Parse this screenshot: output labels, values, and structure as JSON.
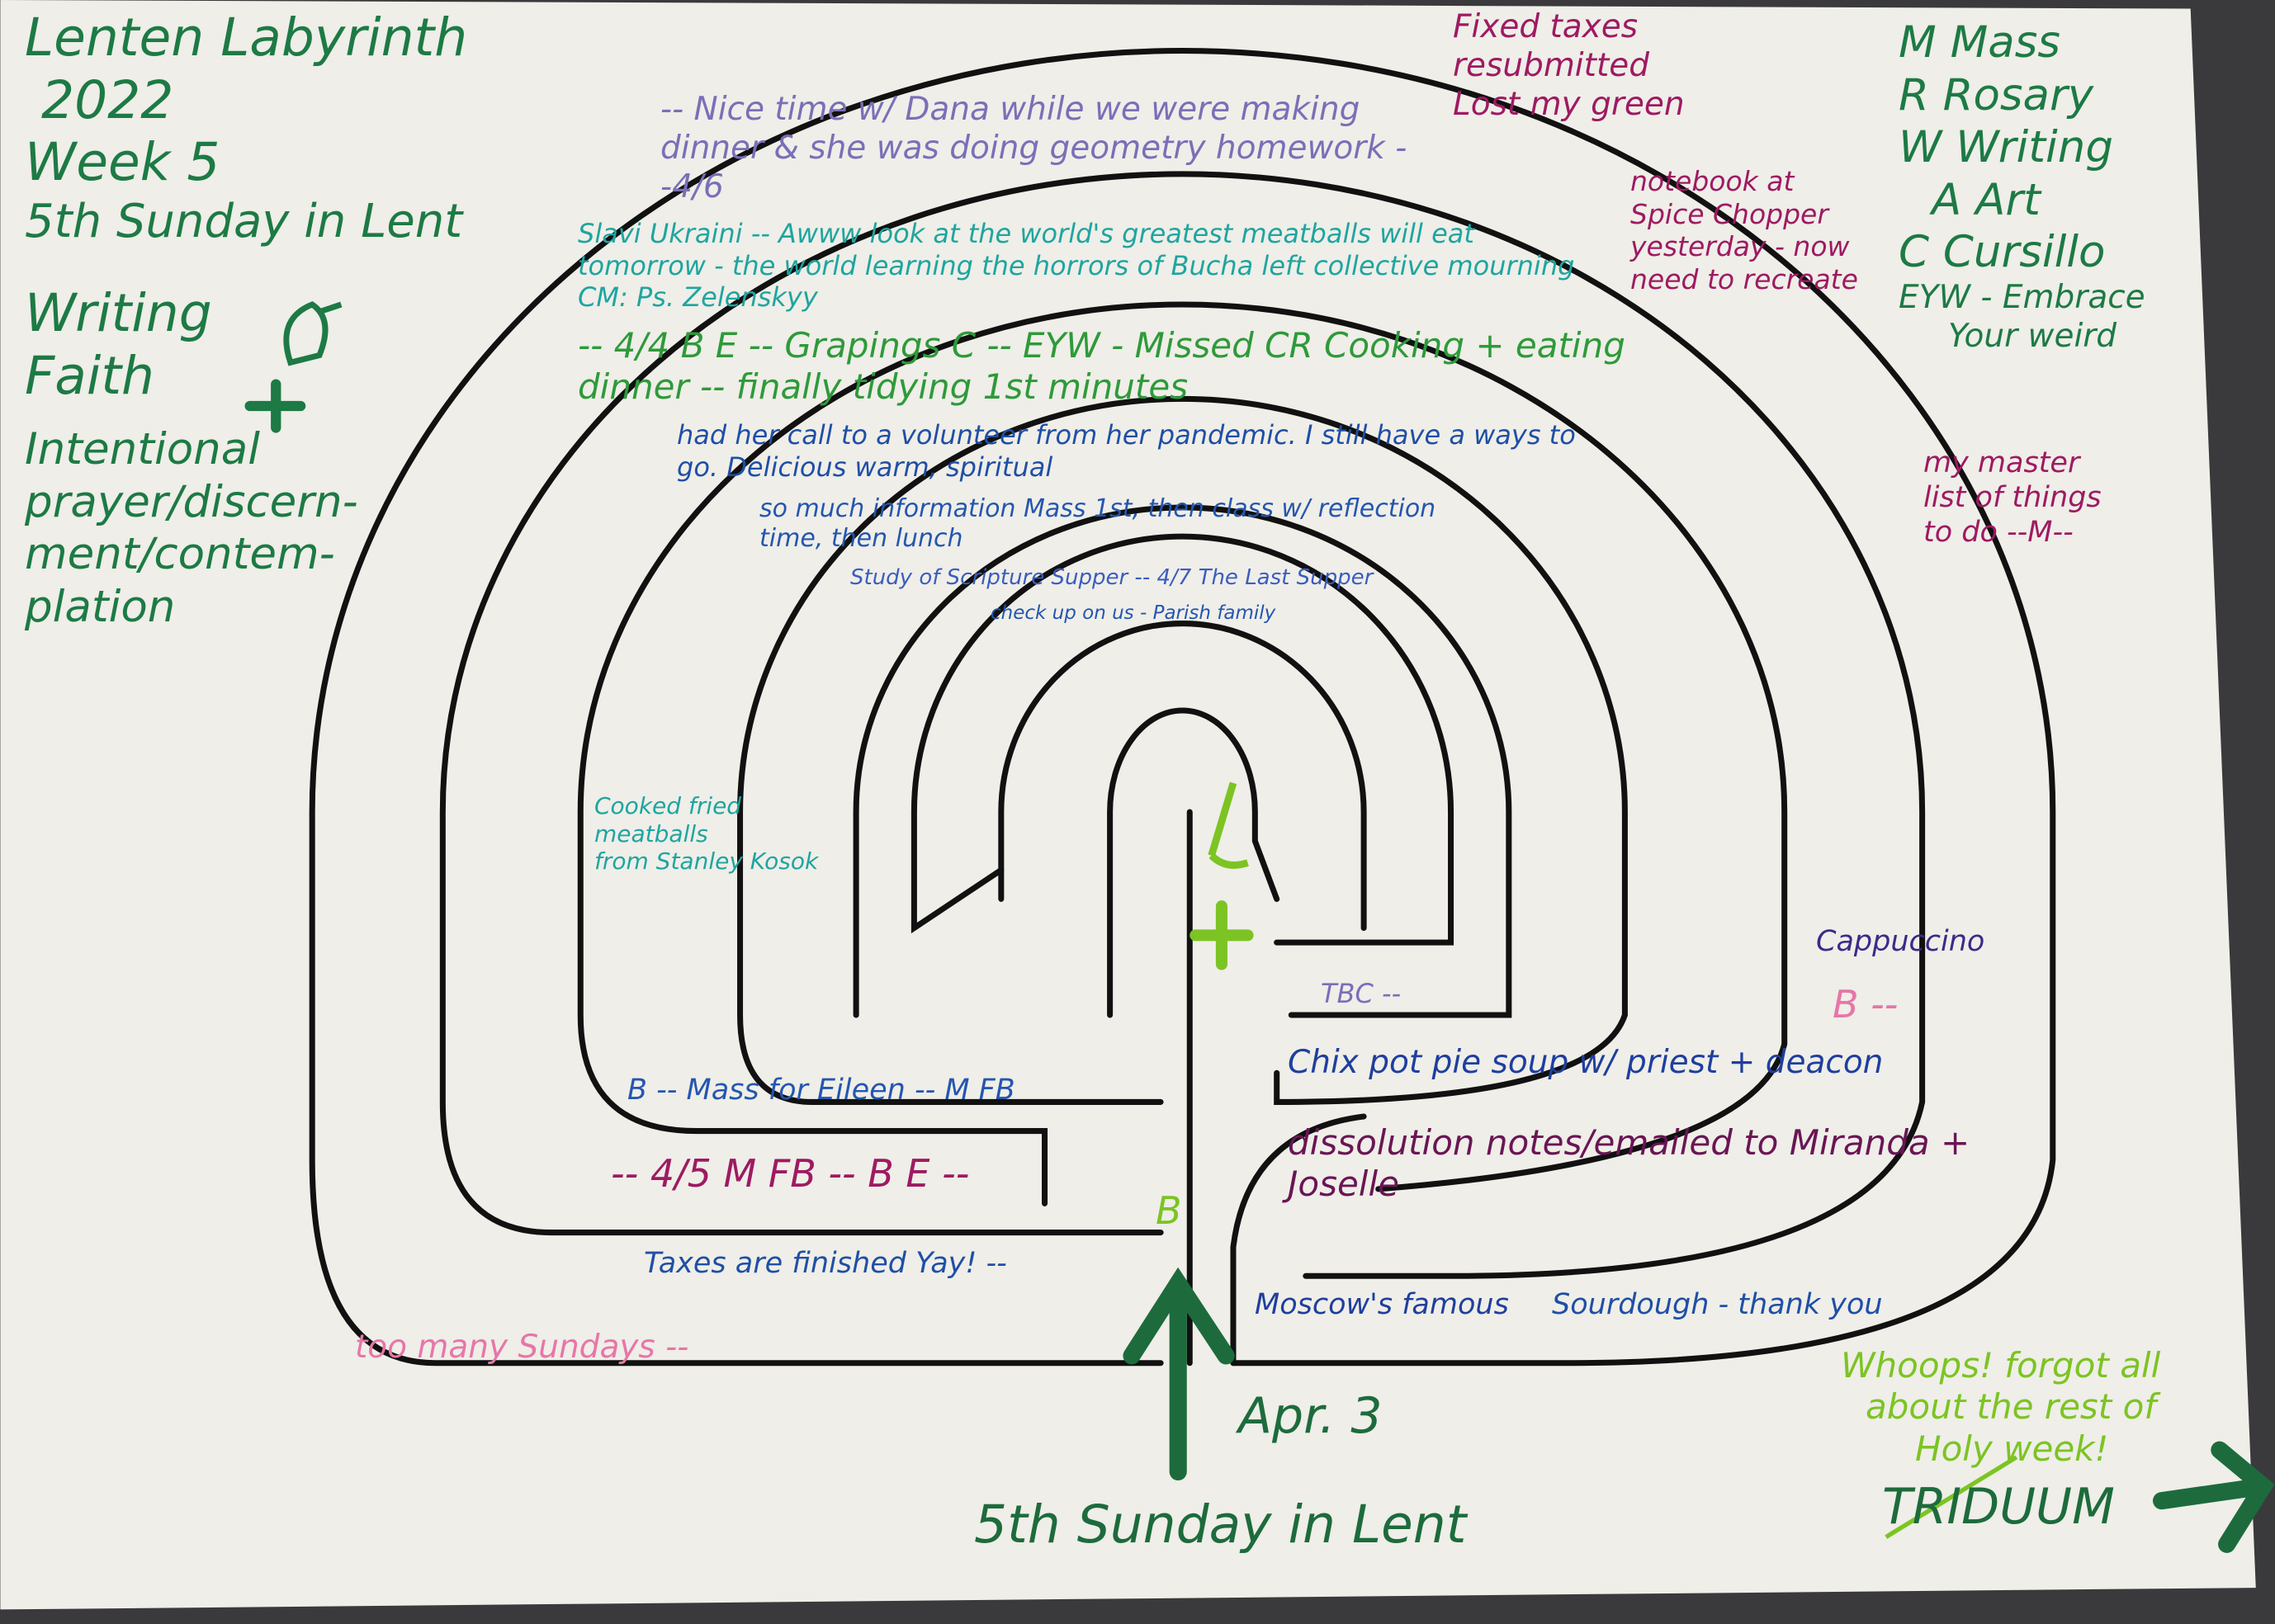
{
  "header": {
    "title": "Lenten Labyrinth",
    "year": "2022",
    "week": "Week 5",
    "sunday": "5th Sunday in Lent",
    "focus": [
      "Writing",
      "Faith"
    ],
    "intention": [
      "Intentional",
      "prayer/discern-",
      "ment/contem-",
      "plation"
    ]
  },
  "legend": {
    "items": [
      "M Mass",
      "R Rosary",
      "W Writing",
      "A Art",
      "C Cursillo",
      "EYW - Embrace",
      "Your weird"
    ]
  },
  "corner_notes": {
    "taxes": [
      "Fixed taxes",
      "resubmitted",
      "Lost my green"
    ],
    "notebook": [
      "notebook at",
      "Spice Chopper",
      "yesterday - now",
      "need to recreate"
    ],
    "master_list": [
      "my master",
      "list of things",
      "to do --M--"
    ]
  },
  "rings": [
    {
      "label": "-- Nice time w/ Dana while we were making dinner & she was doing geometry homework --4/6",
      "color": "#7a6fb8"
    },
    {
      "label": "too many Sundays -- ",
      "color": "#e776a8"
    },
    {
      "label": "Slavi Ukraini -- Awww look at the world's greatest meatballs will eat tomorrow - the world learning the horrors of Bucha left collective mourning CM: Ps. Zelenskyy",
      "color": "#1fa5a0"
    },
    {
      "label": "-- 4/4 B E -- Grapings C -- EYW - Missed CR Cooking + eating dinner -- finally tidying 1st minutes",
      "color": "#2e9a3a"
    },
    {
      "label": "had her call to a volunteer from her pandemic. I still have a ways to go. Delicious warm, spiritual",
      "color": "#1f4fa6"
    },
    {
      "label": "so much information Mass 1st, then class w/ reflection time, then lunch",
      "color": "#2456b0"
    },
    {
      "label": "Study of Scripture Supper -- 4/7 The Last Supper",
      "color": "#3a5dc0"
    },
    {
      "label": "check up on us - Parish family",
      "color": "#2456b0"
    }
  ],
  "inner_notes": {
    "cooked": [
      "Cooked fried",
      "meatballs",
      "from Stanley Kosok"
    ],
    "mass_eileen": "B -- Mass for Eileen -- M FB",
    "day_45": "-- 4/5 M FB -- B E --",
    "taxes_done": "Taxes are finished Yay! --",
    "chix": "Chix pot pie soup w/ priest + deacon",
    "moscow": "Moscow's famous",
    "dissolution": "dissolution notes/emailed to Miranda + Joselle",
    "sourdough": "Sourdough - thank you",
    "cappuccino": "Cappuccino",
    "b_mark": "B --",
    "tbc": "TBC --",
    "b_center": "B"
  },
  "footer": {
    "date": "Apr. 3",
    "caption": "5th Sunday in Lent",
    "whoops": [
      "Whoops! forgot all",
      "about the rest of",
      "Holy week!"
    ],
    "triduum": "TRIDUUM"
  },
  "colors": {
    "paper": "#f1f0ea",
    "green_ink": "#1d7a45",
    "lime_ink": "#7cc423",
    "magenta_ink": "#9e1a62",
    "wall": "#111111"
  }
}
